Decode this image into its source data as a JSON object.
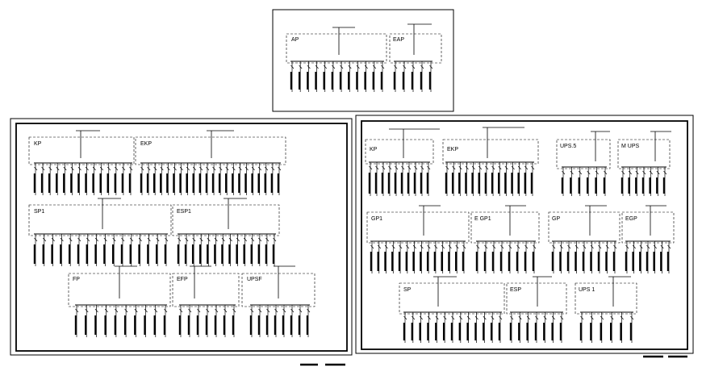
{
  "sheets": [
    {
      "id": "top",
      "panels": [
        {
          "label": "AP",
          "feeders": 12
        },
        {
          "label": "EAP",
          "feeders": 5
        }
      ]
    },
    {
      "id": "left",
      "panels": [
        {
          "label": "KP",
          "feeders": 14
        },
        {
          "label": "EKP",
          "feeders": 22
        },
        {
          "label": "SP1",
          "feeders": 16
        },
        {
          "label": "ESP1",
          "feeders": 14
        },
        {
          "label": "FP",
          "feeders": 10
        },
        {
          "label": "EFP",
          "feeders": 7
        },
        {
          "label": "UPSF",
          "feeders": 8
        }
      ]
    },
    {
      "id": "right",
      "panels": [
        {
          "label": "KP",
          "feeders": 10
        },
        {
          "label": "EKP",
          "feeders": 14
        },
        {
          "label": "UPS.5",
          "feeders": 6
        },
        {
          "label": "M UPS",
          "feeders": 7
        },
        {
          "label": "GP1",
          "feeders": 14
        },
        {
          "label": "E GP1",
          "feeders": 8
        },
        {
          "label": "GP",
          "feeders": 9
        },
        {
          "label": "EGP",
          "feeders": 7
        },
        {
          "label": "SP",
          "feeders": 13
        },
        {
          "label": "ESP",
          "feeders": 7
        },
        {
          "label": "UPS 1",
          "feeders": 6
        }
      ]
    }
  ]
}
